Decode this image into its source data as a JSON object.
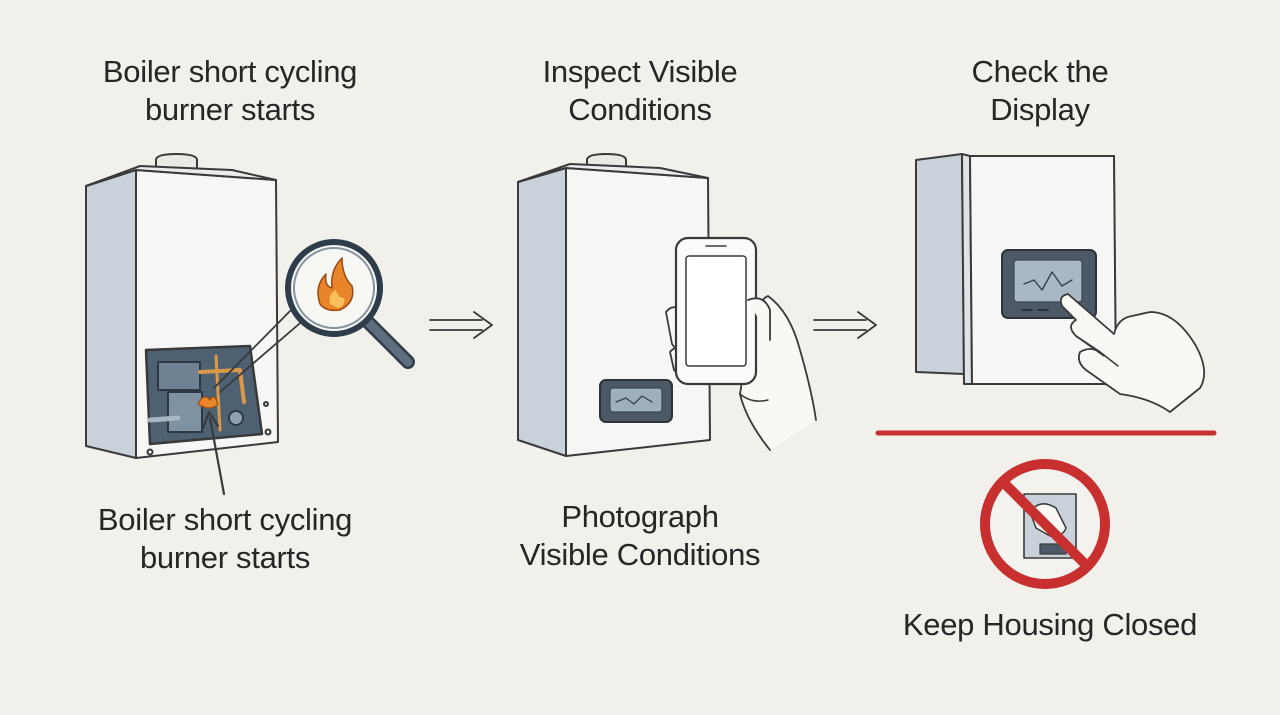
{
  "panels": [
    {
      "title_lines": [
        "Boiler short cycling",
        "burner starts"
      ],
      "caption_lines": [
        "Boiler short cycling",
        "burner starts"
      ]
    },
    {
      "title_lines": [
        "Inspect Visible",
        "Conditions"
      ],
      "caption_lines": [
        "Photograph",
        "Visible Conditions"
      ]
    },
    {
      "title_lines": [
        "Check the",
        "Display"
      ],
      "caption_lines": [
        "Keep Housing Closed"
      ]
    }
  ],
  "icons": {
    "step_arrow": "double-arrow-right-icon",
    "magnifier": "magnifying-glass-icon",
    "flame": "flame-icon",
    "phone": "smartphone-icon",
    "prohibited": "no-entry-icon"
  },
  "colors": {
    "background": "#f1f0eb",
    "boiler_body": "#f6f6f4",
    "boiler_shade": "#c9d1da",
    "internals": "#4d6172",
    "flame": "#e8842a",
    "prohibition_red": "#c8302f",
    "skin": "#faf8f4",
    "outline": "#3a3a3a"
  }
}
